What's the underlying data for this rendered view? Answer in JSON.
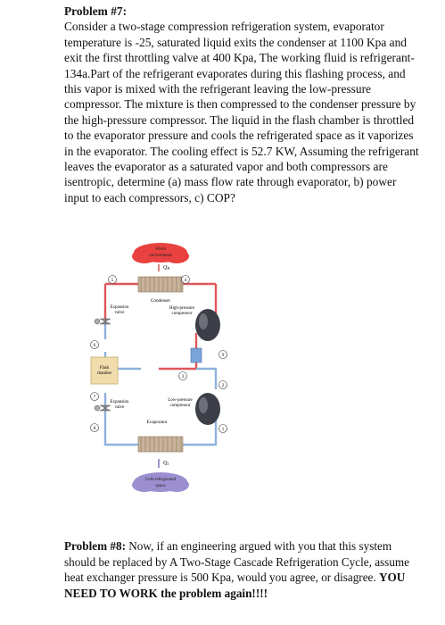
{
  "problem7": {
    "heading": "Problem #7:",
    "body": "Consider a two-stage compression refrigeration system, evaporator temperature is -25, saturated liquid exits the condenser at 1100 Kpa and exit the first throttling valve at 400 Kpa, The working fluid is refrigerant-134a.Part of the refrigerant evaporates during this flashing process, and this vapor is mixed with the refrigerant leaving the low-pressure compressor. The mixture is then compressed to the condenser pressure by the high-pressure compressor. The liquid in the flash chamber is throttled to the evaporator pressure and cools the refrigerated space as it vaporizes in the evaporator. The cooling effect is 52.7 KW, Assuming the refrigerant leaves the evaporator as a saturated vapor and both compressors are isentropic, determine (a) mass flow rate through evaporator, b) power input to each compressors, c) COP?"
  },
  "figure": {
    "warm_env_line1": "Warm",
    "warm_env_line2": "environment",
    "qh": "Q",
    "qh_sub": "H",
    "condenser": "Condenser",
    "hp_comp_line1": "High-pressure",
    "hp_comp_line2": "compressor",
    "exp1_line1": "Expansion",
    "exp1_line2": "valve",
    "flash_line1": "Flash",
    "flash_line2": "chamber",
    "exp2_line1": "Expansion",
    "exp2_line2": "valve",
    "lp_comp_line1": "Low-pressure",
    "lp_comp_line2": "compressor",
    "evaporator": "Evaporator",
    "ql": "Q",
    "ql_sub": "L",
    "cold_line1": "Cold refrigerated",
    "cold_line2": "space",
    "states": [
      "1",
      "2",
      "3",
      "4",
      "5",
      "6",
      "7",
      "8",
      "9"
    ],
    "colors": {
      "hot_pipe": "#e0575c",
      "cold_pipe": "#8fb1dc",
      "warm_cloud": "#e8413f",
      "cold_cloud": "#9c8fcf",
      "flash": "#f1dcae",
      "coil": "#c8b39a",
      "compressor": "#3c3f47"
    }
  },
  "problem8": {
    "heading": "Problem #8:",
    "body": " Now, if an engineering argued with you that this system should be replaced by A Two-Stage Cascade Refrigeration Cycle, assume heat exchanger pressure is 500 Kpa, would you agree, or disagree. ",
    "emphasis": "YOU NEED TO WORK the problem again!!!!"
  }
}
